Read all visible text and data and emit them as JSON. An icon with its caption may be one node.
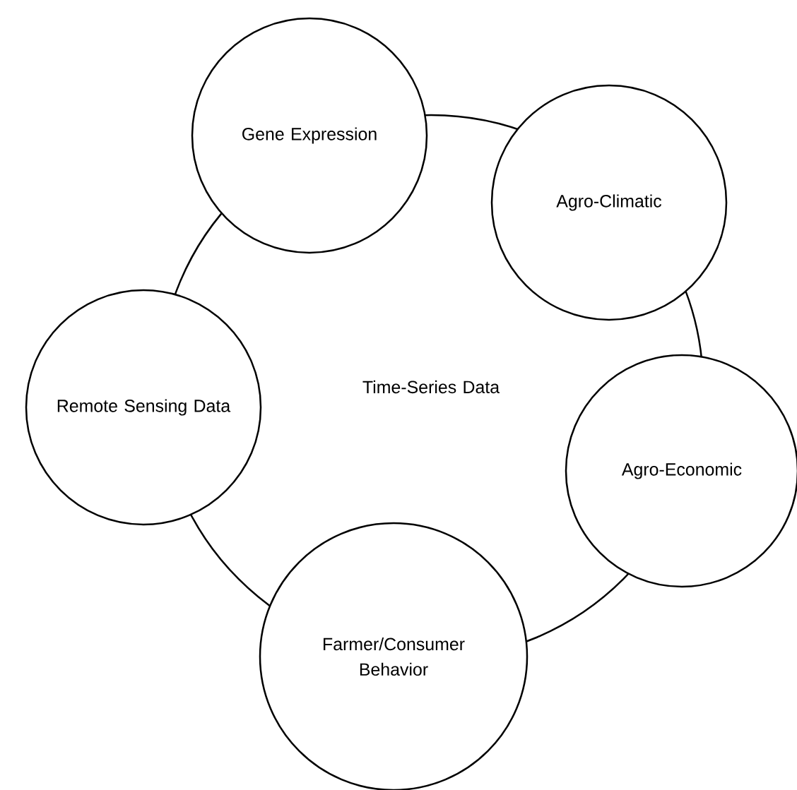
{
  "diagram": {
    "nodes": [
      {
        "text": [
          "Time-Series Data"
        ]
      },
      {
        "text": [
          "Gene Expression"
        ]
      },
      {
        "text": [
          "Agro-Climatic"
        ]
      },
      {
        "text": [
          "Agro-Economic"
        ]
      },
      {
        "text": [
          "Farmer/Consumer Behavior"
        ]
      },
      {
        "text": [
          "Remote Sensing Data"
        ]
      }
    ]
  }
}
